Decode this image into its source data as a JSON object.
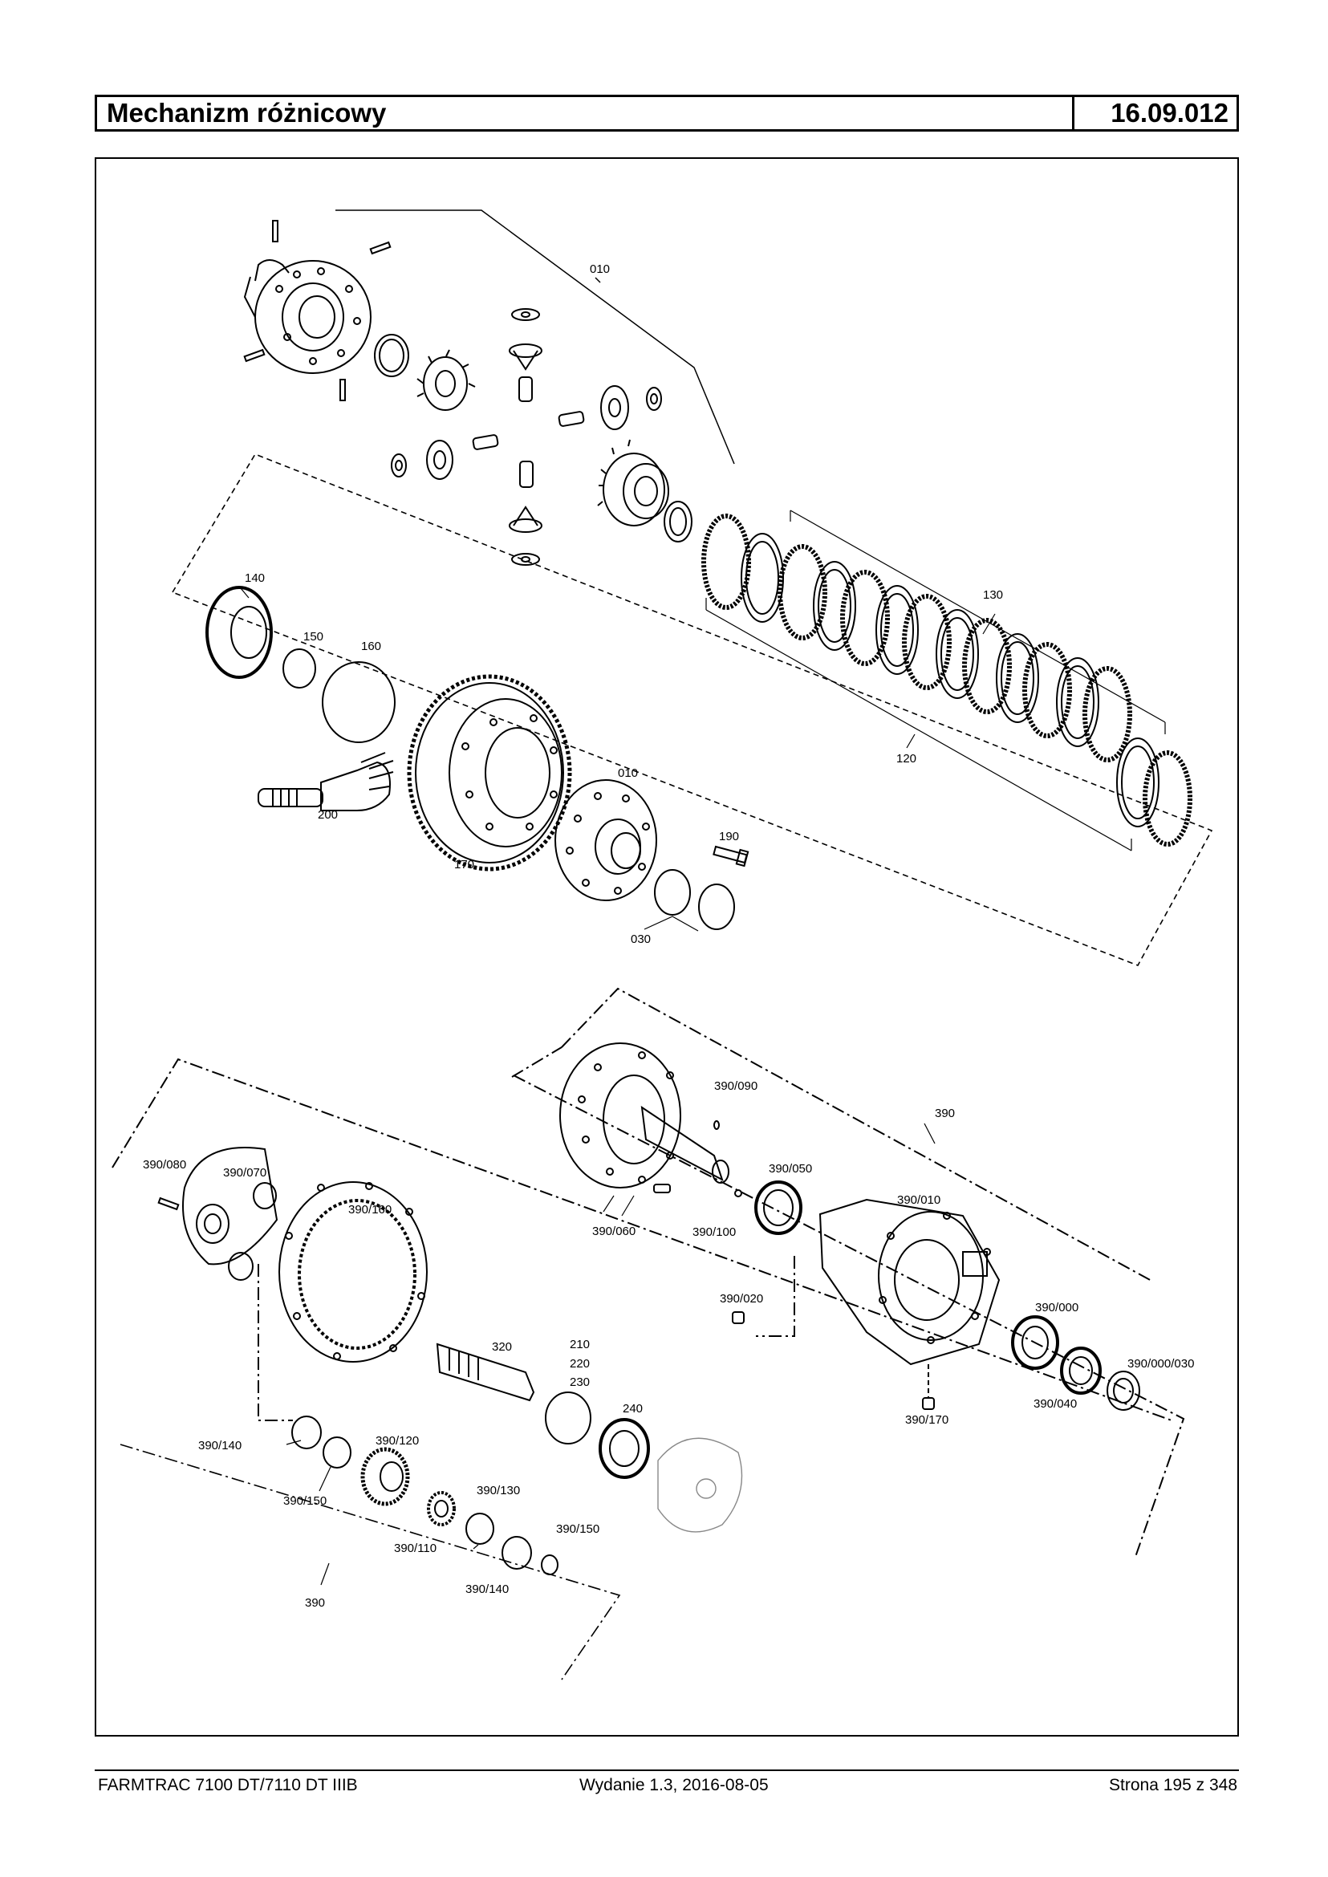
{
  "header": {
    "title": "Mechanizm różnicowy",
    "number": "16.09.012"
  },
  "footer": {
    "left": "FARMTRAC 7100 DT/7110 DT IIIB",
    "center": "Wydanie 1.3,  2016-08-05",
    "right": "Strona 195 z 348"
  },
  "labels": {
    "p010a": "010",
    "p130": "130",
    "p140": "140",
    "p150": "150",
    "p160": "160",
    "p120": "120",
    "p010b": "010",
    "p190": "190",
    "p200": "200",
    "p170": "170",
    "p030": "030",
    "a390_090": "390/090",
    "a390_top": "390",
    "a390_050": "390/050",
    "a390_010": "390/010",
    "a390_060": "390/060",
    "a390_100": "390/100",
    "a390_020": "390/020",
    "a390_000": "390/000",
    "a390_000_030": "390/000/030",
    "a390_040": "390/040",
    "a390_170": "390/170",
    "b390_080": "390/080",
    "b390_070": "390/070",
    "b390_160": "390/160",
    "b320": "320",
    "b210": "210",
    "b220": "220",
    "b230": "230",
    "b240": "240",
    "b390_140a": "390/140",
    "b390_120": "390/120",
    "b390_150a": "390/150",
    "b390_130": "390/130",
    "b390_110": "390/110",
    "b390_150b": "390/150",
    "b390_140b": "390/140",
    "b390": "390"
  },
  "icons": [
    "differential-housing",
    "planet-gear",
    "friction-disc",
    "steel-disc",
    "crown-wheel",
    "pinion-shaft",
    "half-shaft",
    "axle-housing",
    "circlip",
    "bearing",
    "bolt",
    "pin"
  ]
}
